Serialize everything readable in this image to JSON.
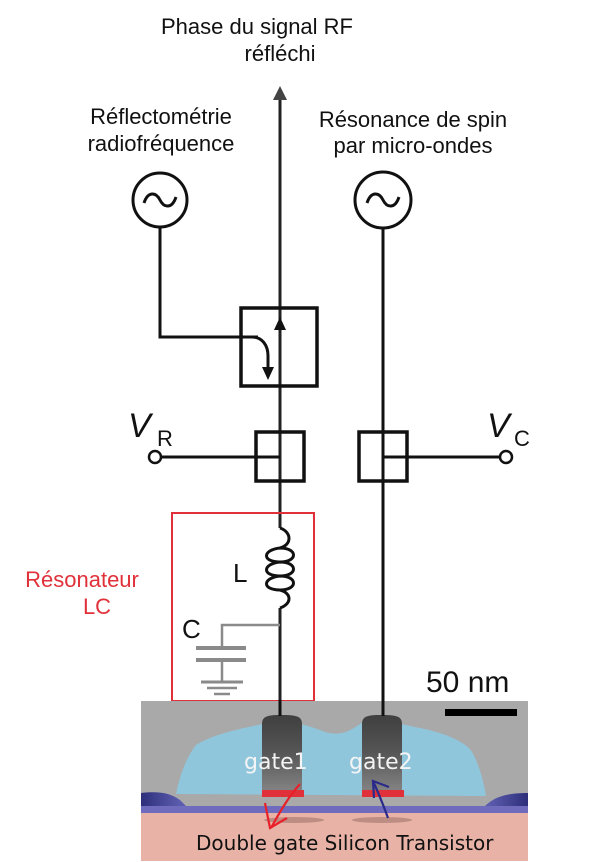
{
  "diagram": {
    "title": {
      "line1": "Phase du signal RF",
      "line2": "réfléchi"
    },
    "left_source": {
      "label_line1": "Réflectométrie",
      "label_line2": "radiofréquence",
      "icon": "ac-source-icon"
    },
    "right_source": {
      "label_line1": "Résonance de spin",
      "label_line2": "par micro-ondes",
      "icon": "ac-source-icon"
    },
    "couplers": {
      "directional_coupler_icon": "directional-coupler-icon",
      "bias_tee_icon": "bias-tee-icon"
    },
    "voltages": {
      "left": {
        "symbol": "V",
        "subscript": "R"
      },
      "right": {
        "symbol": "V",
        "subscript": "C"
      }
    },
    "resonator": {
      "label_line1": "Résonateur",
      "label_line2": "LC",
      "inductor_label": "L",
      "capacitor_label": "C",
      "highlight_color": "#e0313a"
    },
    "scale_bar": {
      "label": "50 nm"
    },
    "device": {
      "gate1_label": "gate1",
      "gate2_label": "gate2",
      "caption": "Double gate Silicon Transistor",
      "colors": {
        "background_gray": "#a9a9a9",
        "spacer_blue": "#8fc6dc",
        "gate_dark": "#4d4d4d",
        "oxide_purple": "#7b79c2",
        "substrate_pink": "#e8b3a6",
        "gate_contact_red": "#e0313a",
        "arrow_red": "#e8202a",
        "arrow_blue": "#2a2a8a"
      }
    }
  }
}
